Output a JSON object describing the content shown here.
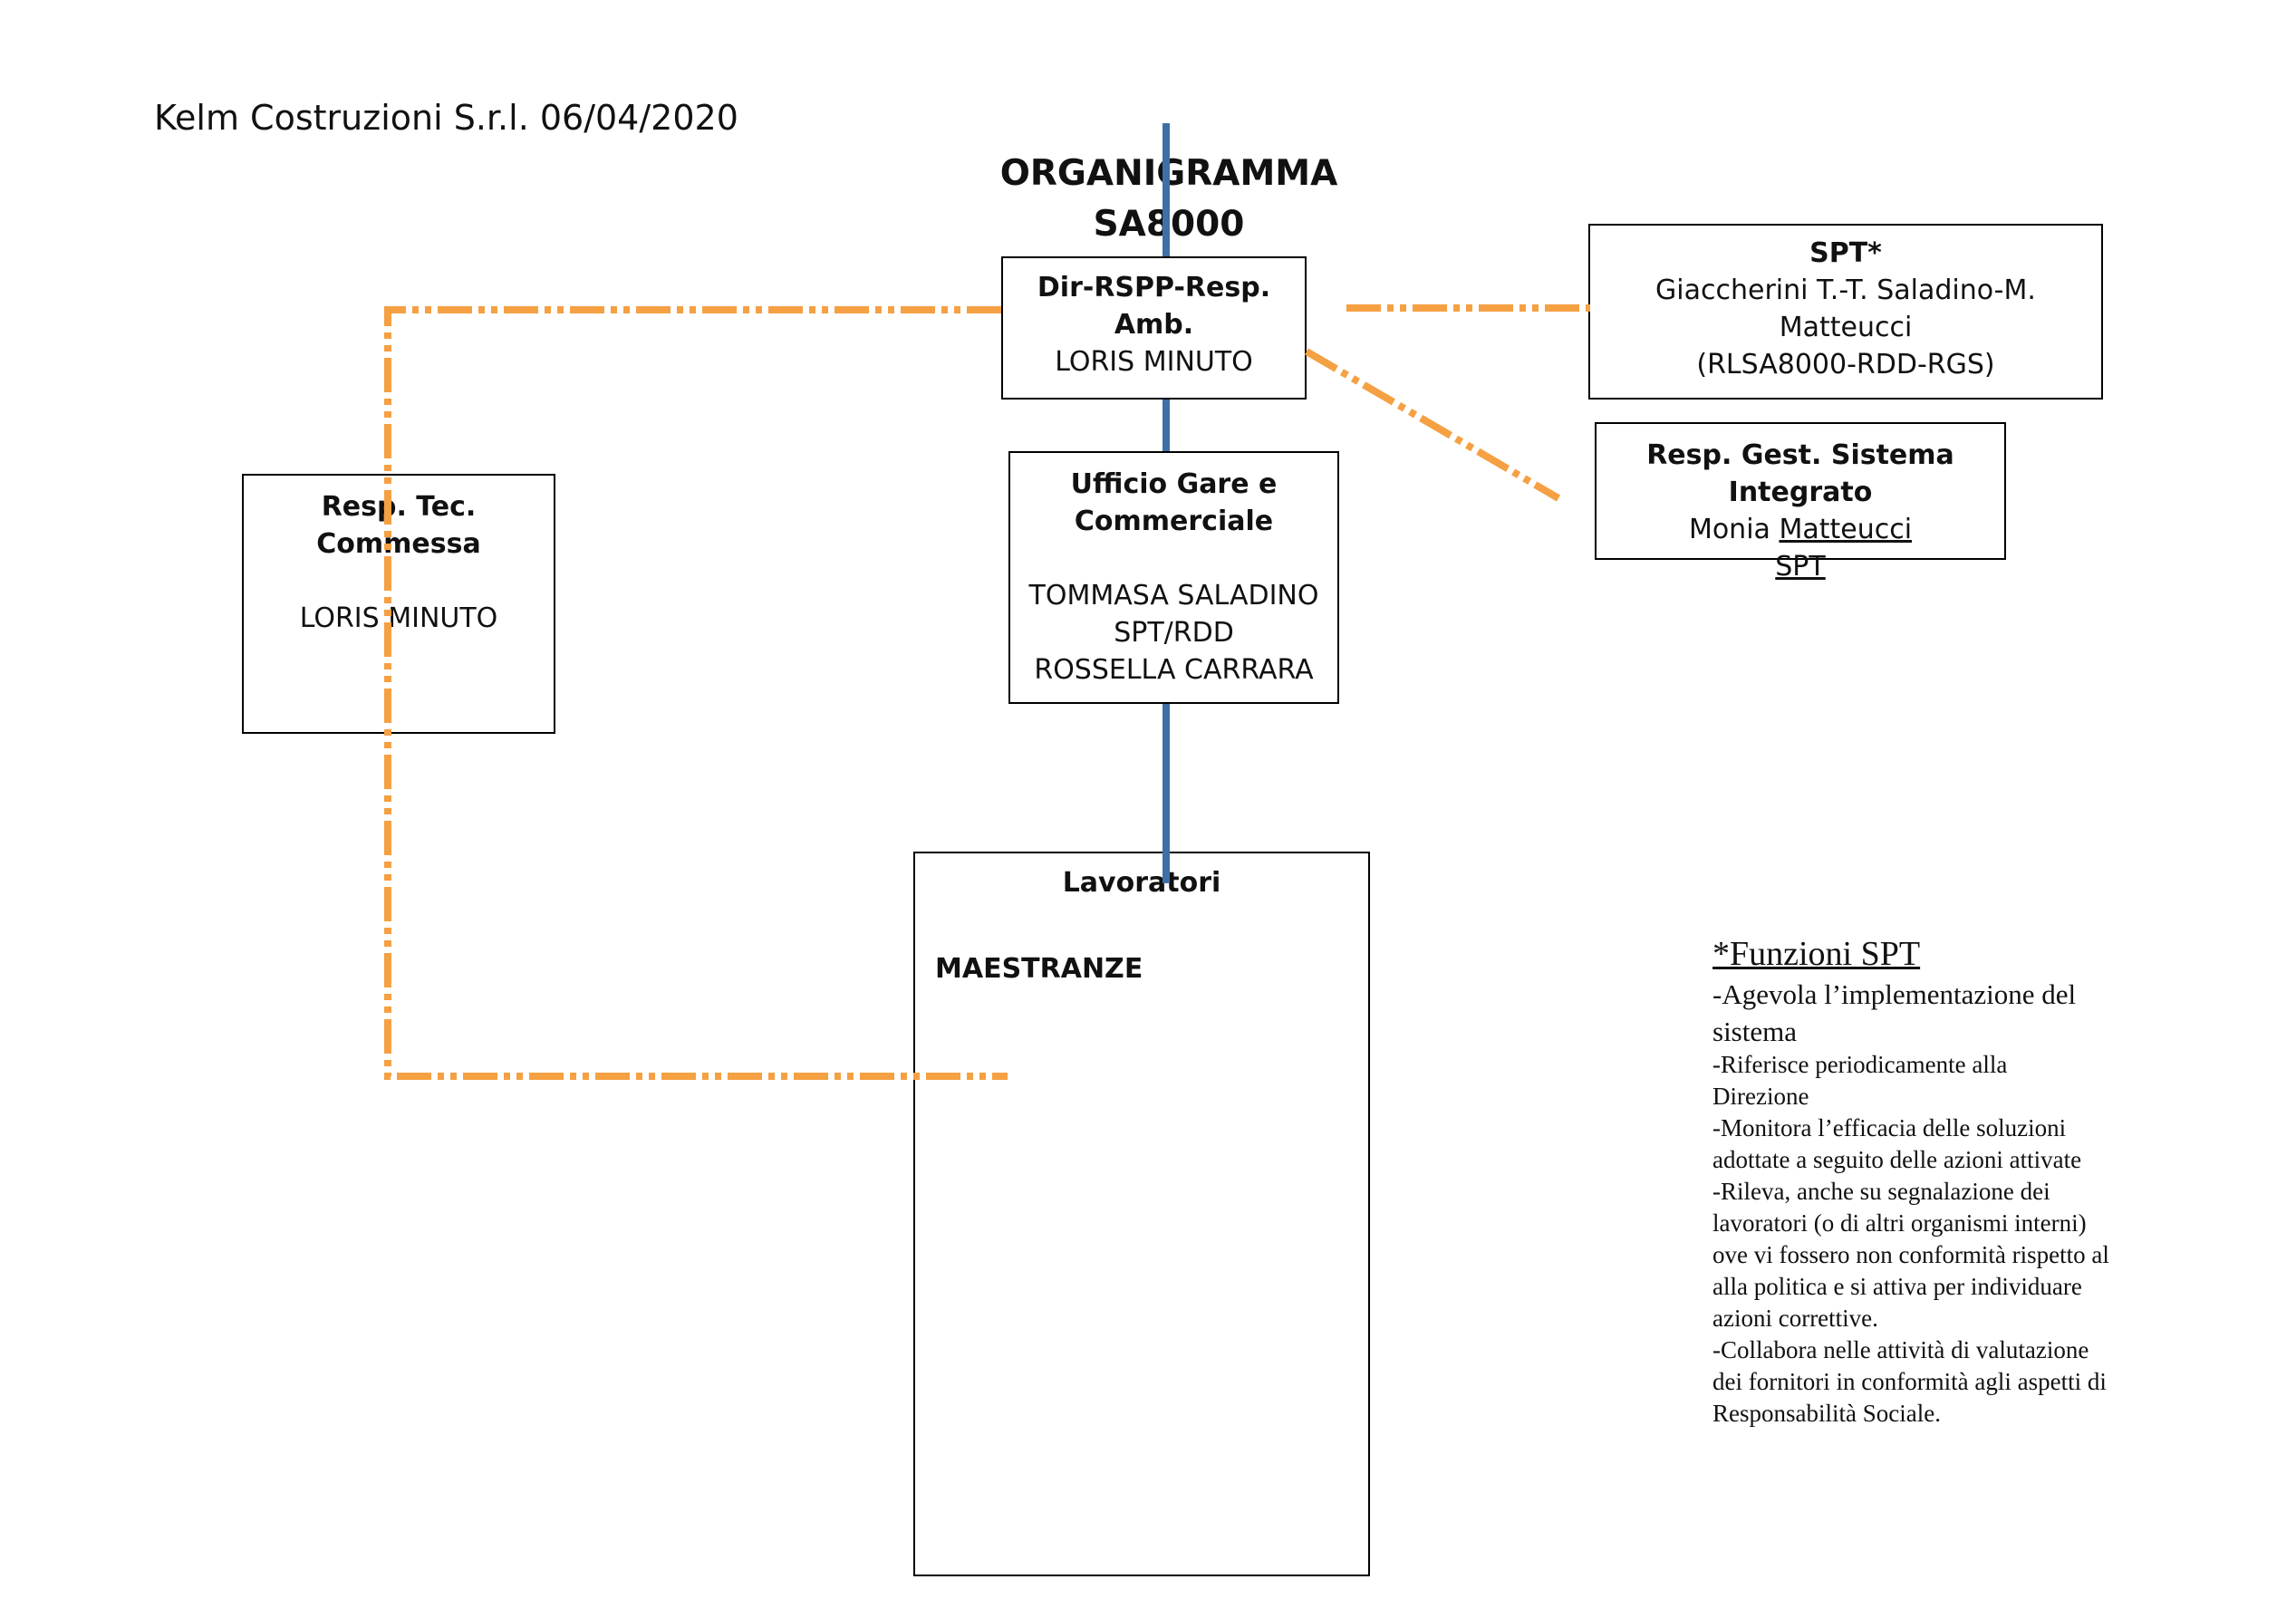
{
  "header": "Kelm Costruzioni S.r.l. 06/04/2020",
  "title": "ORGANIGRAMMA SA8000",
  "colors": {
    "hierarchy_line": "#3f6fa8",
    "functional_line": "#f5a043",
    "border": "#000000"
  },
  "nodes": {
    "director": {
      "title": "Dir-RSPP-Resp. Amb.",
      "lines": [
        "LORIS MINUTO"
      ]
    },
    "spt": {
      "title": "SPT*",
      "lines": [
        "Giaccherini T.-T. Saladino-M.",
        "Matteucci",
        "(RLSA8000-RDD-RGS)"
      ]
    },
    "integrated_system": {
      "title": "Resp. Gest. Sistema Integrato",
      "lines": [
        "Monia ",
        "Matteucci",
        "SPT"
      ]
    },
    "technical": {
      "title": "Resp. Tec. Commessa",
      "lines": [
        "LORIS MINUTO"
      ]
    },
    "office": {
      "title": [
        "Ufficio Gare e",
        "Commerciale"
      ],
      "lines": [
        "TOMMASA SALADINO",
        "SPT/RDD",
        "ROSSELLA CARRARA"
      ]
    },
    "workers": {
      "title": "Lavoratori",
      "lines": [
        "MAESTRANZE"
      ]
    }
  },
  "notes": {
    "heading": "*Funzioni SPT",
    "lead": [
      "-Agevola l’implementazione del",
      "sistema"
    ],
    "items": [
      "-Riferisce periodicamente alla",
      "Direzione",
      "-Monitora l’efficacia delle soluzioni",
      "adottate a seguito delle azioni attivate",
      "-Rileva, anche su segnalazione dei",
      "lavoratori (o di altri organismi interni)",
      "ove vi fossero non conformità rispetto al",
      "alla politica e si attiva per individuare",
      "azioni correttive.",
      "-Collabora nelle attività di valutazione",
      "dei fornitori in conformità agli aspetti di",
      "Responsabilità Sociale."
    ]
  }
}
